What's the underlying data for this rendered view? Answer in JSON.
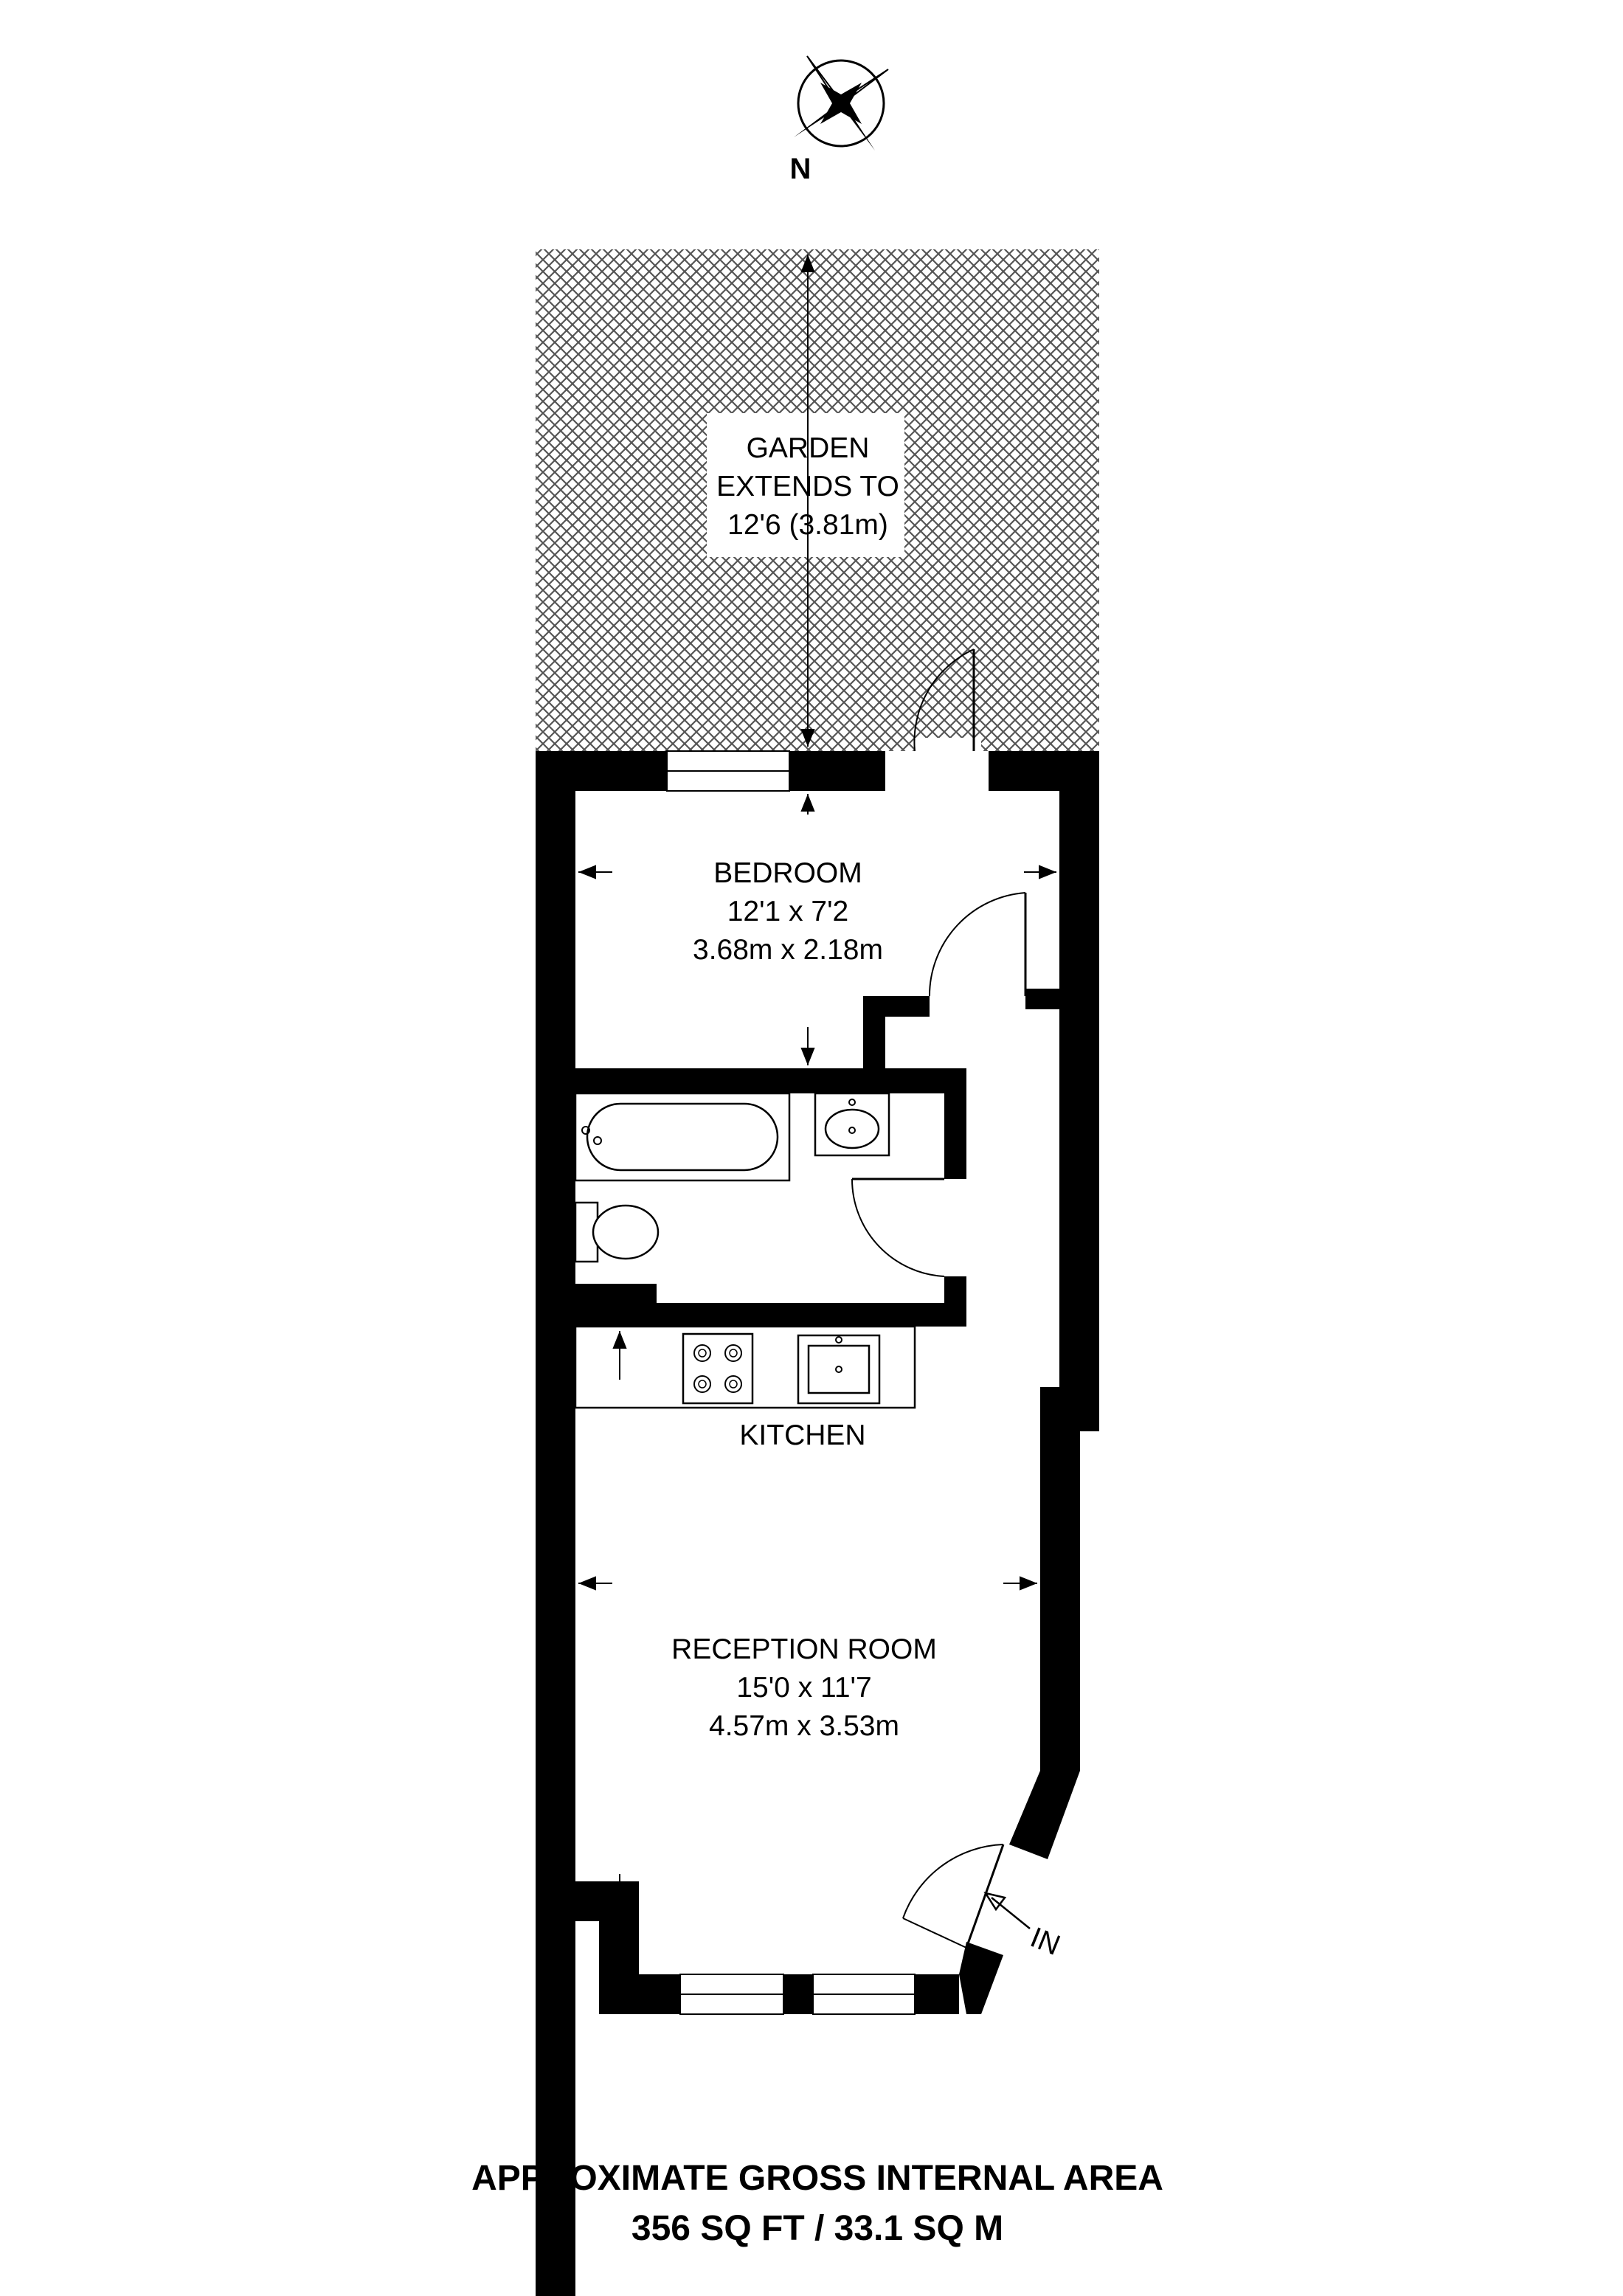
{
  "compass": {
    "label": "N",
    "icon": "compass-rose-icon"
  },
  "garden": {
    "lines": [
      "GARDEN",
      "EXTENDS TO",
      "12'6 (3.81m)"
    ]
  },
  "rooms": {
    "bedroom": {
      "name": "BEDROOM",
      "imperial": "12'1 x 7'2",
      "metric": "3.68m x 2.18m"
    },
    "kitchen": {
      "name": "KITCHEN"
    },
    "reception": {
      "name": "RECEPTION ROOM",
      "imperial": "15'0 x 11'7",
      "metric": "4.57m x 3.53m"
    }
  },
  "entrance": {
    "label": "IN"
  },
  "area": {
    "title": "APPROXIMATE GROSS INTERNAL AREA",
    "value": "356 SQ FT / 33.1 SQ M"
  },
  "colors": {
    "wall": "#000000",
    "background": "#ffffff",
    "garden_hatch": "#555555"
  }
}
